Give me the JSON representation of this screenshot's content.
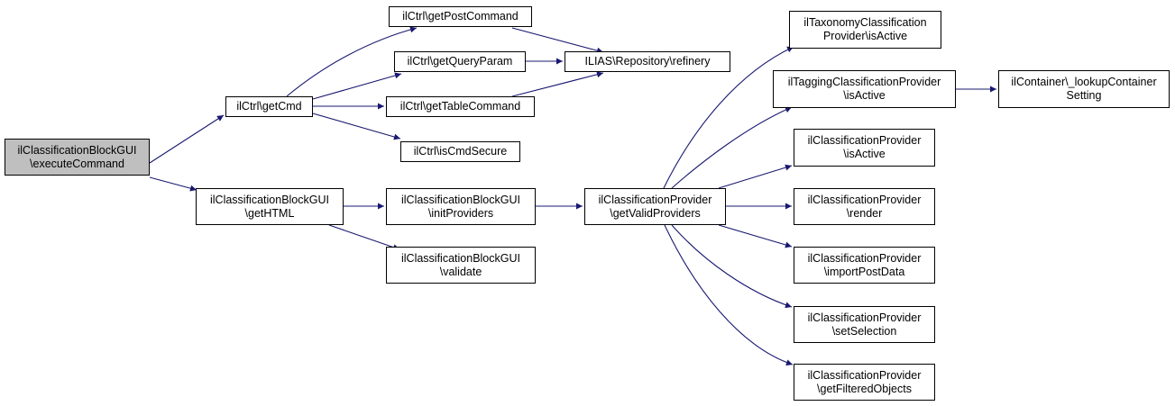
{
  "colors": {
    "edge": "#191970",
    "node_border": "#000000",
    "node_fill": "#ffffff",
    "root_fill": "#bfbfbf"
  },
  "nodes": {
    "root": {
      "lines": [
        "ilClassificationBlockGUI",
        "\\executeCommand"
      ]
    },
    "getCmd": {
      "lines": [
        "ilCtrl\\getCmd"
      ]
    },
    "getPostCommand": {
      "lines": [
        "ilCtrl\\getPostCommand"
      ]
    },
    "getQueryParam": {
      "lines": [
        "ilCtrl\\getQueryParam"
      ]
    },
    "getTableCommand": {
      "lines": [
        "ilCtrl\\getTableCommand"
      ]
    },
    "isCmdSecure": {
      "lines": [
        "ilCtrl\\isCmdSecure"
      ]
    },
    "refinery": {
      "lines": [
        "ILIAS\\Repository\\refinery"
      ]
    },
    "getHTML": {
      "lines": [
        "ilClassificationBlockGUI",
        "\\getHTML"
      ]
    },
    "initProviders": {
      "lines": [
        "ilClassificationBlockGUI",
        "\\initProviders"
      ]
    },
    "validate": {
      "lines": [
        "ilClassificationBlockGUI",
        "\\validate"
      ]
    },
    "getValidProviders": {
      "lines": [
        "ilClassificationProvider",
        "\\getValidProviders"
      ]
    },
    "taxIsActive": {
      "lines": [
        "ilTaxonomyClassification",
        "Provider\\isActive"
      ]
    },
    "tagIsActive": {
      "lines": [
        "ilTaggingClassificationProvider",
        "\\isActive"
      ]
    },
    "lookupContainer": {
      "lines": [
        "ilContainer\\_lookupContainer",
        "Setting"
      ]
    },
    "isActive": {
      "lines": [
        "ilClassificationProvider",
        "\\isActive"
      ]
    },
    "render": {
      "lines": [
        "ilClassificationProvider",
        "\\render"
      ]
    },
    "importPostData": {
      "lines": [
        "ilClassificationProvider",
        "\\importPostData"
      ]
    },
    "setSelection": {
      "lines": [
        "ilClassificationProvider",
        "\\setSelection"
      ]
    },
    "getFilteredObjects": {
      "lines": [
        "ilClassificationProvider",
        "\\getFilteredObjects"
      ]
    }
  }
}
